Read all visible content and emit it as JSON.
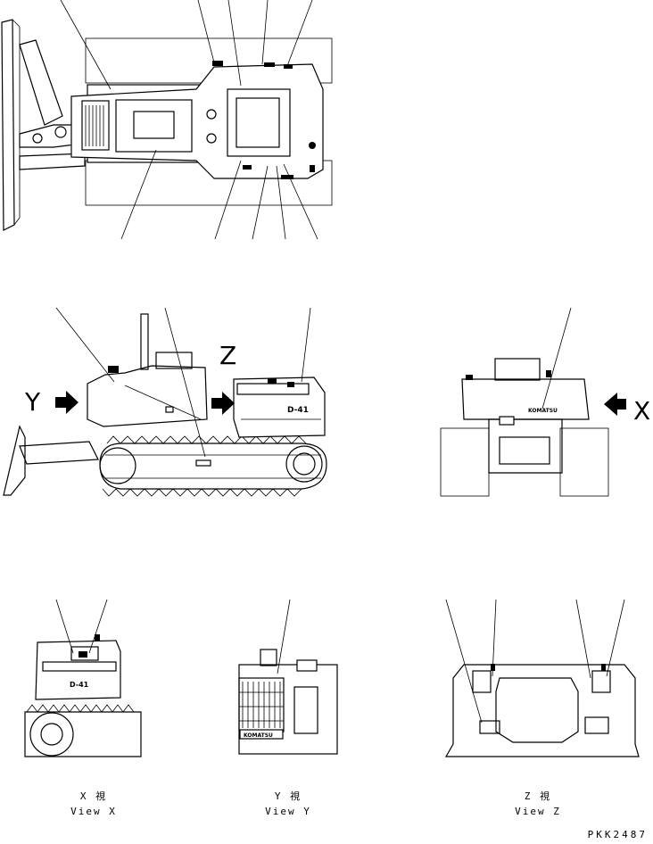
{
  "view_labels": {
    "z_marker": "Z",
    "y_marker": "Y",
    "x_marker": "X"
  },
  "machine_lettering": {
    "model_mark": "D-41",
    "brand": "KOMATSU"
  },
  "captions": {
    "view_x": {
      "kanji": "X 視",
      "english": "View X"
    },
    "view_y": {
      "kanji": "Y 視",
      "english": "View Y"
    },
    "view_z": {
      "kanji": "Z 視",
      "english": "View Z"
    }
  },
  "drawing_code": "PKK2487",
  "colors": {
    "line": "#000000",
    "background": "#ffffff"
  }
}
